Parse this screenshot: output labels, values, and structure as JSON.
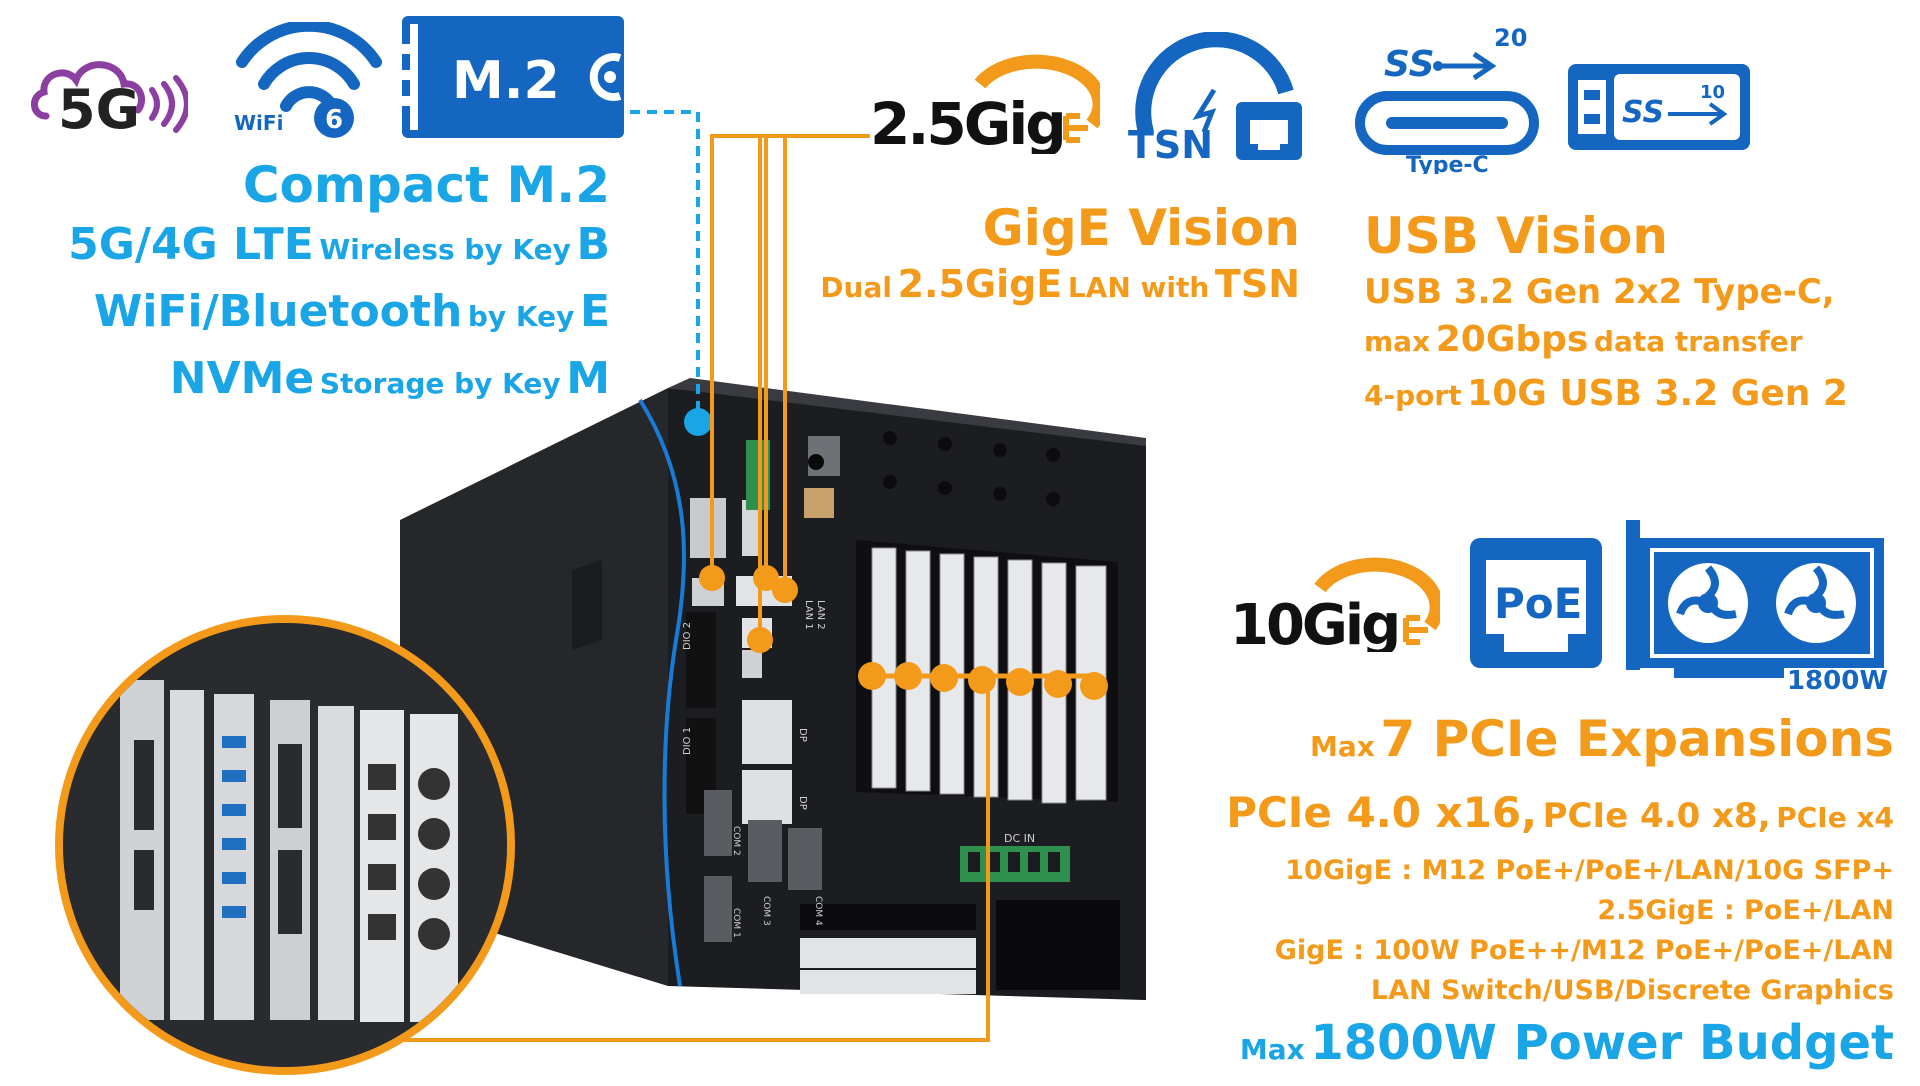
{
  "icons": {
    "five_g": "5G",
    "wifi": "WiFi",
    "wifi_version": "6",
    "m2": "M.2",
    "gige25": "2.5Gig",
    "tsn": "TSN",
    "usbc_ss": "SS",
    "usbc_speed": "20",
    "usbc_type": "Type-C",
    "usba_ss": "SS",
    "usba_speed": "10",
    "gige10": "10Gig",
    "poe": "PoE",
    "gpu_power": "1800W"
  },
  "m2_section": {
    "title": "Compact M.2",
    "line1_big": "5G/4G LTE",
    "line1_small": "Wireless by Key",
    "line1_key": "B",
    "line2_big": "WiFi/Bluetooth",
    "line2_small": "by Key",
    "line2_key": "E",
    "line3_big": "NVMe",
    "line3_small": "Storage by Key",
    "line3_key": "M"
  },
  "gige_section": {
    "title": "GigE Vision",
    "pre": "Dual",
    "mid": "2.5GigE",
    "post": "LAN with",
    "tsn": "TSN"
  },
  "usb_section": {
    "title": "USB Vision",
    "line1": "USB 3.2 Gen 2x2 Type-C,",
    "line2_pre": "max",
    "line2_big": "20Gbps",
    "line2_post": "data transfer",
    "line3_pre": "4-port",
    "line3_big": "10G USB 3.2 Gen 2"
  },
  "pcie_section": {
    "line1_pre": "Max",
    "line1_big": "7 PCIe Expansions",
    "line2_a": "PCIe 4.0 x16,",
    "line2_b": "PCIe 4.0 x8,",
    "line2_c": "PCIe x4",
    "line3": "10GigE : M12 PoE+/PoE+/LAN/10G SFP+",
    "line4": "2.5GigE : PoE+/LAN",
    "line5": "GigE : 100W PoE++/M12 PoE+/PoE+/LAN",
    "line6": "LAN Switch/USB/Discrete Graphics",
    "line7_pre": "Max",
    "line7_big": "1800W Power Budget"
  },
  "device": {
    "dc_in": "DC IN",
    "lan1": "LAN 1",
    "lan2": "LAN 2",
    "dio1": "DIO 1",
    "dio2": "DIO 2",
    "com1": "COM 1",
    "com2": "COM 2",
    "com3": "COM 3",
    "com4": "COM 4",
    "dp": "DP"
  },
  "colors": {
    "blue": "#1aa6e6",
    "orange": "#f39a1a",
    "purple": "#8b3fa0",
    "icon_blue": "#1466c0",
    "chassis": "#1c1d20"
  }
}
